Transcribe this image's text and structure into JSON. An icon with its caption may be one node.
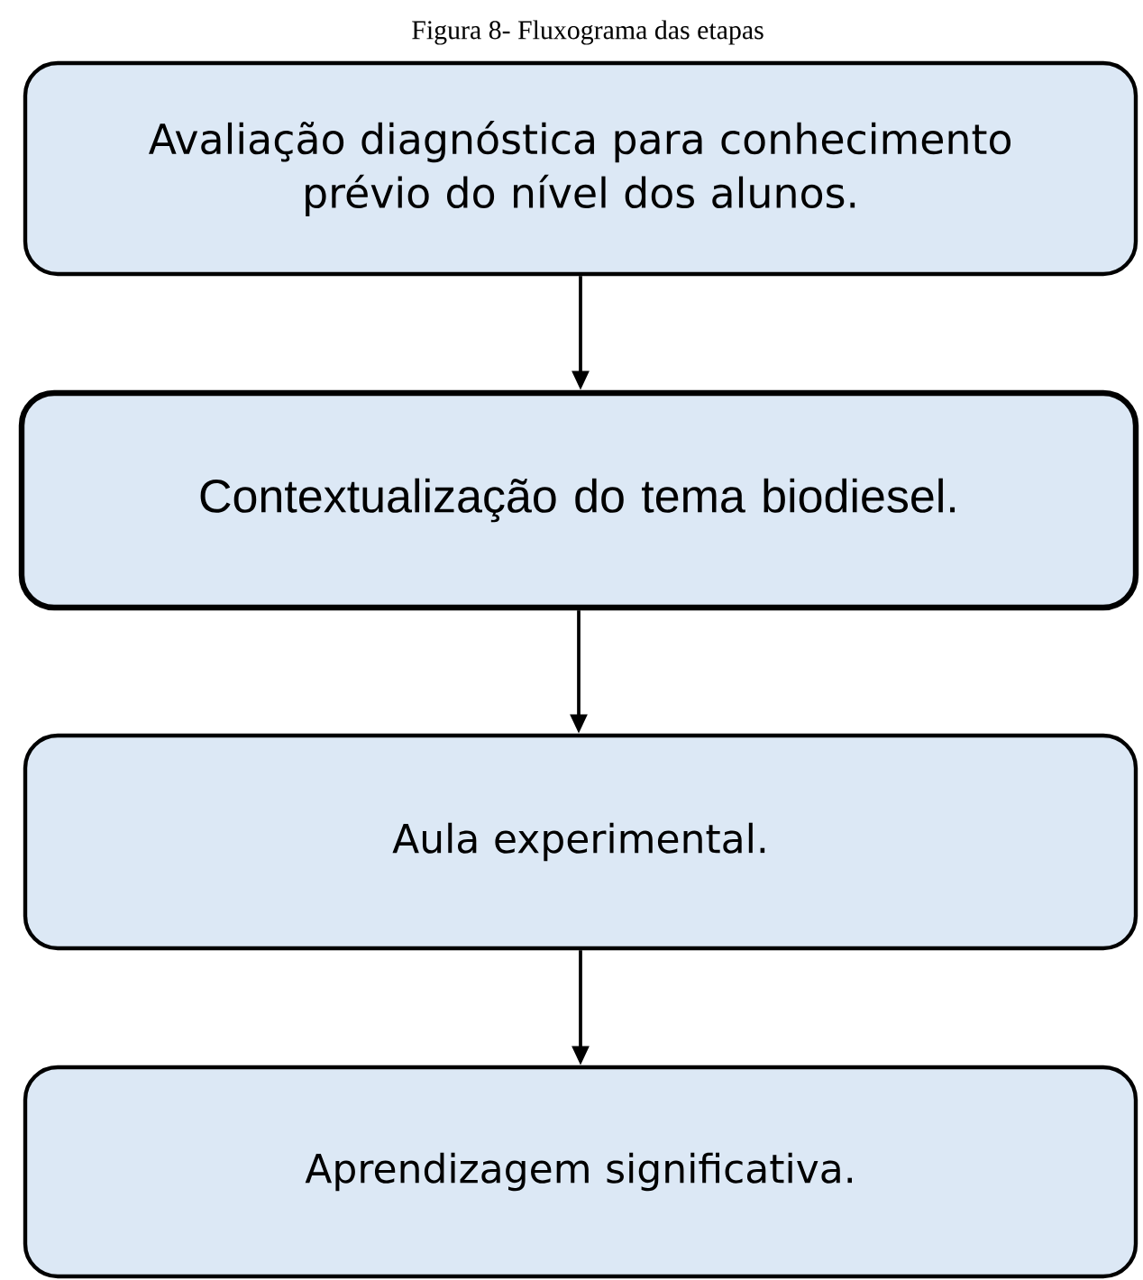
{
  "diagram": {
    "title": "Figura 8- Fluxograma das etapas",
    "nodes": [
      {
        "text": [
          "Avaliação diagnóstica para conhecimento prévio do nível dos alunos."
        ]
      },
      {
        "text": [
          "Contextualização do tema biodiesel."
        ]
      },
      {
        "text": [
          "Aula experimental."
        ]
      },
      {
        "text": [
          "Aprendizagem significativa."
        ]
      }
    ],
    "edges": [
      {
        "from": 0,
        "to": 1,
        "arrow": "to"
      },
      {
        "from": 1,
        "to": 2,
        "arrow": "to"
      },
      {
        "from": 2,
        "to": 3,
        "arrow": "to"
      }
    ]
  }
}
